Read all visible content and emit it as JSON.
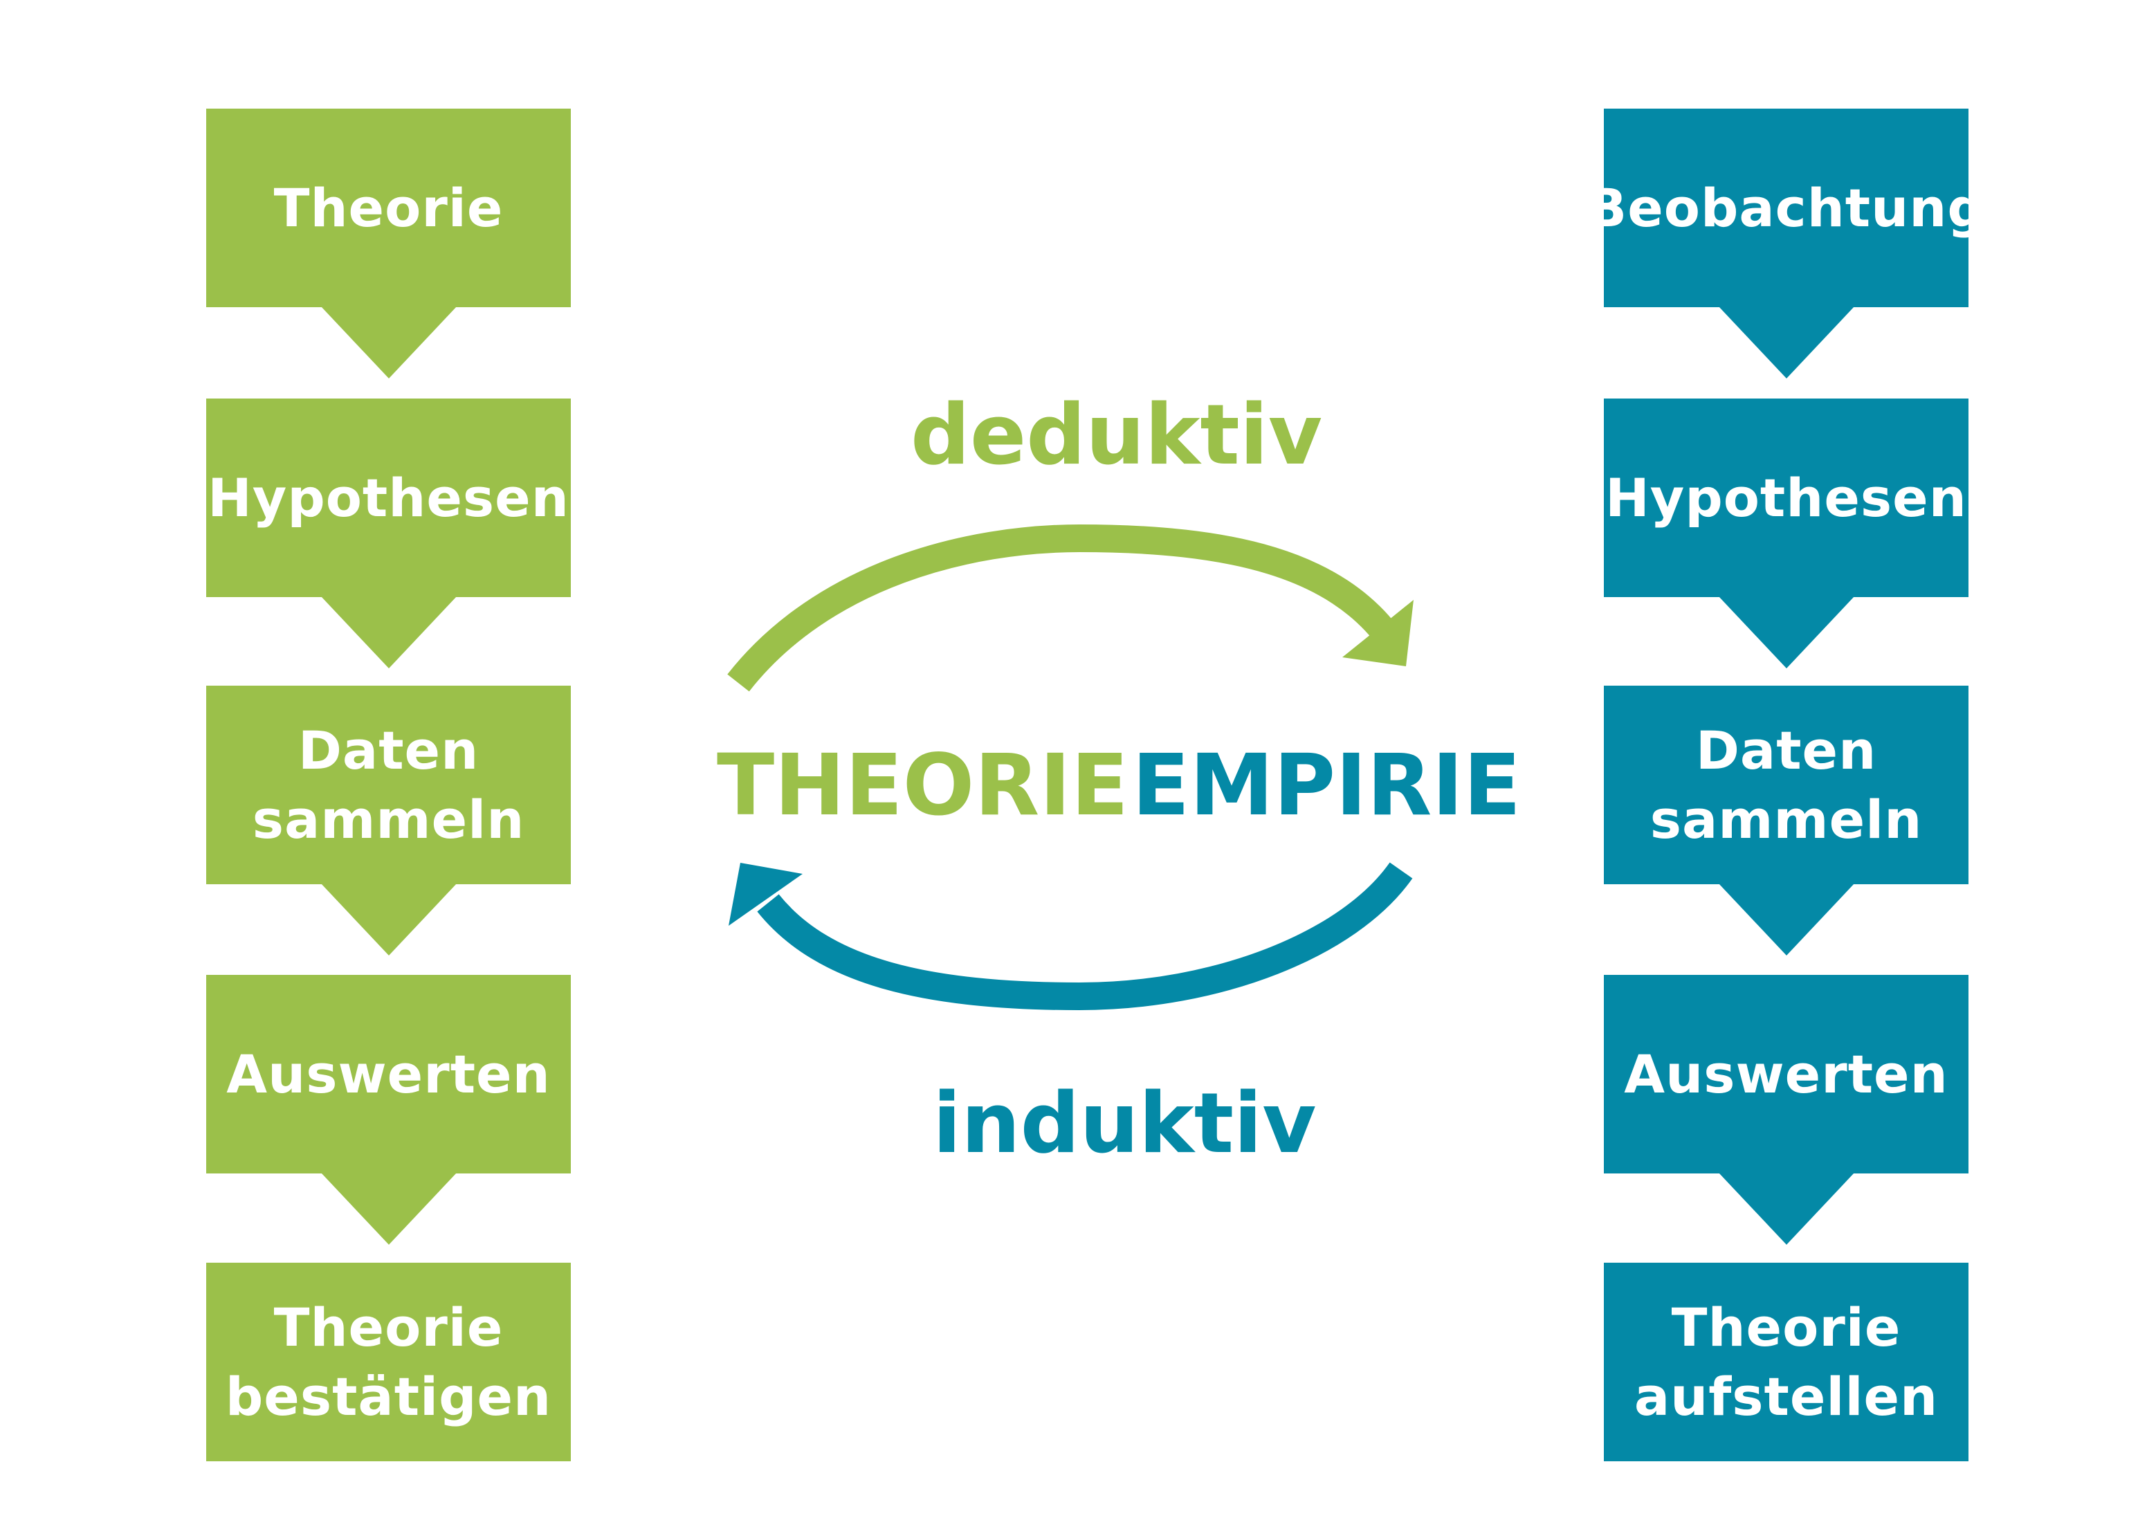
{
  "colors": {
    "green": "#9bc04a",
    "teal": "#0489a6",
    "background": "#ffffff"
  },
  "left_column": {
    "steps": [
      "Theorie",
      "Hypothesen",
      "Daten sammeln",
      "Auswerten",
      "Theorie bestätigen"
    ]
  },
  "right_column": {
    "steps": [
      "Beobachtung",
      "Hypothesen",
      "Daten sammeln",
      "Auswerten",
      "Theorie aufstellen"
    ]
  },
  "center": {
    "top_label": "deduktiv",
    "bottom_label": "induktiv",
    "left_term": "THEORIE",
    "right_term": "EMPIRIE"
  }
}
